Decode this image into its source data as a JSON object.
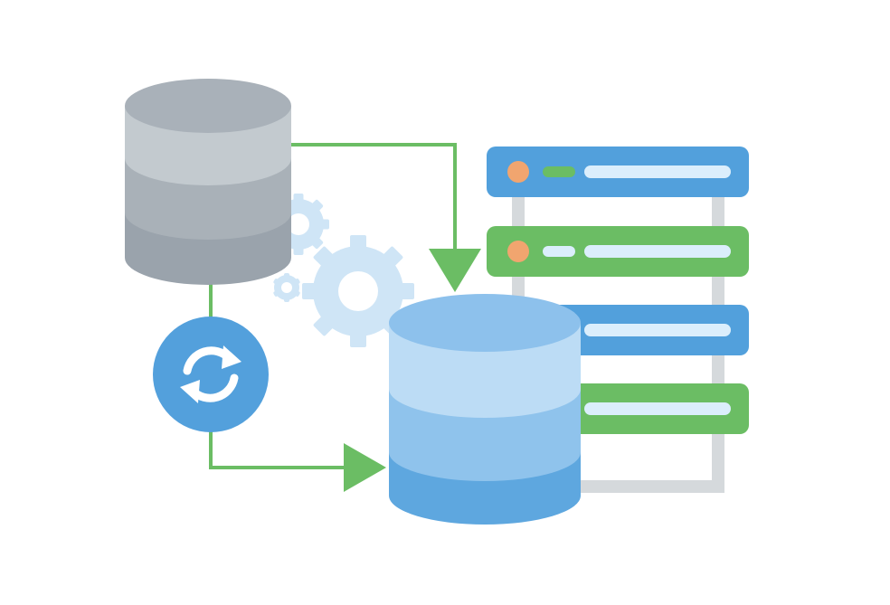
{
  "diagram": {
    "type": "database-migration-illustration",
    "icons": {
      "source": "source-database-icon",
      "target": "target-database-icon",
      "sync": "sync-icon",
      "gears": "gears-icon",
      "records": "data-records-icon"
    },
    "colors": {
      "background": "#ffffff",
      "source_db_top": "#a9b1b9",
      "source_db_band1": "#c3cacf",
      "source_db_band2": "#a9b1b8",
      "source_db_band3": "#9aa3ac",
      "target_db_top": "#8dc1ec",
      "target_db_band1": "#bcdcf5",
      "target_db_band2": "#8fc3ec",
      "target_db_band3": "#5ea7df",
      "arrow": "#6bbd64",
      "sync_circle": "#53a0dc",
      "gear": "#cfe5f6",
      "record_blue": "#52a0dc",
      "record_green": "#6bbd64",
      "record_line": "#dbeefc",
      "record_dot_orange": "#f1a56f",
      "rail": "#d5d9dc"
    },
    "records": [
      {
        "color": "blue",
        "has_dot": true,
        "has_tag": true,
        "tag_color": "green"
      },
      {
        "color": "green",
        "has_dot": true,
        "has_tag": true,
        "tag_color": "light"
      },
      {
        "color": "blue",
        "has_dot": false,
        "has_tag": false
      },
      {
        "color": "green",
        "has_dot": false,
        "has_tag": false
      }
    ]
  }
}
